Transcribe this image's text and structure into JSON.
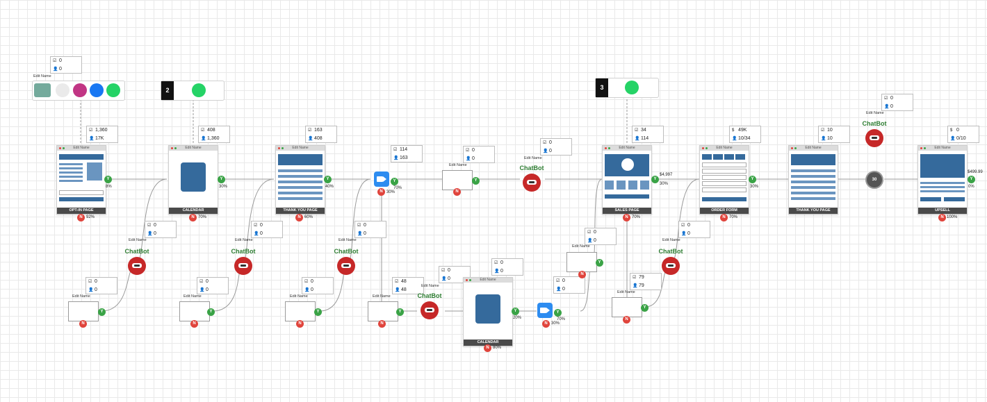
{
  "edit_label": "Edit Name",
  "colors": {
    "grid": "#e9e9e9",
    "page_blue": "#356a9c",
    "yes": "#3aa346",
    "no": "#e0443c",
    "chatbot_red": "#c62828",
    "chatbot_green": "#2e7d32",
    "whatsapp": "#25d366",
    "video": "#2d8cf0"
  },
  "sources": {
    "top_stats": [
      "0",
      "0"
    ],
    "icons": [
      "chatgpt-icon",
      "google-ads-icon",
      "instagram-icon",
      "facebook-icon",
      "whatsapp-icon"
    ]
  },
  "whatsapp_1": {
    "number": "2"
  },
  "whatsapp_2": {
    "number": "3"
  },
  "pages": {
    "optin": {
      "title": "OPT-IN PAGE",
      "stat1": "1,360",
      "stat2": "17K",
      "yes_pct": "8%",
      "no_pct": "92%"
    },
    "calendar1": {
      "title": "CALENDAR",
      "stat1": "408",
      "stat2": "1,360",
      "yes_pct": "30%",
      "no_pct": "70%"
    },
    "thankyou1": {
      "title": "THANK YOU PAGE",
      "stat1": "163",
      "stat2": "408",
      "yes_pct": "40%",
      "no_pct": "60%"
    },
    "sales": {
      "title": "SALES PAGE",
      "stat1": "34",
      "stat2": "114",
      "amount": "$4,997",
      "yes_pct": "30%",
      "no_pct": "70%"
    },
    "order": {
      "title": "ORDER FORM",
      "stat1": "49K",
      "stat2": "10/34",
      "yes_pct": "30%",
      "no_pct": "70%"
    },
    "thankyou2": {
      "title": "THANK YOU PAGE",
      "stat1": "10",
      "stat2": "10"
    },
    "upsell": {
      "title": "UPSELL",
      "stat1": "0",
      "stat2": "0/10",
      "amount": "$499.99",
      "yes_pct": "0%",
      "no_pct": "100%"
    },
    "calendar2": {
      "title": "CALENDAR",
      "stat1": "0",
      "stat2": "0",
      "yes_pct": "20%",
      "no_pct": "80%"
    }
  },
  "video1": {
    "stat1": "114",
    "stat2": "163",
    "yes_pct": "70%",
    "no_pct": "30%"
  },
  "video2": {
    "stat1": "0",
    "stat2": "0",
    "yes_pct": "70%",
    "no_pct": "30%"
  },
  "email_top": {
    "stat1": "0",
    "stat2": "0"
  },
  "chatbot_top": {
    "stat1": "0",
    "stat2": "0"
  },
  "chatbot_label": "ChatBot",
  "timer": {
    "label": "30 DAYS"
  },
  "chatbot_upsell": {
    "stat1": "0",
    "stat2": "0"
  },
  "bottom": {
    "cb1": {
      "stat1": "0",
      "stat2": "0"
    },
    "cb2": {
      "stat1": "0",
      "stat2": "0"
    },
    "cb3": {
      "stat1": "0",
      "stat2": "0"
    },
    "cb4": {
      "stat1": "0",
      "stat2": "0"
    },
    "em1": {
      "stat1": "0",
      "stat2": "0"
    },
    "em2": {
      "stat1": "0",
      "stat2": "0"
    },
    "em3": {
      "stat1": "0",
      "stat2": "0"
    },
    "em4": {
      "stat1": "48",
      "stat2": "48"
    },
    "cb_mid": {
      "stat1": "0",
      "stat2": "0"
    },
    "em5": {
      "stat1": "0",
      "stat2": "0"
    },
    "em6": {
      "stat1": "79",
      "stat2": "79"
    }
  }
}
